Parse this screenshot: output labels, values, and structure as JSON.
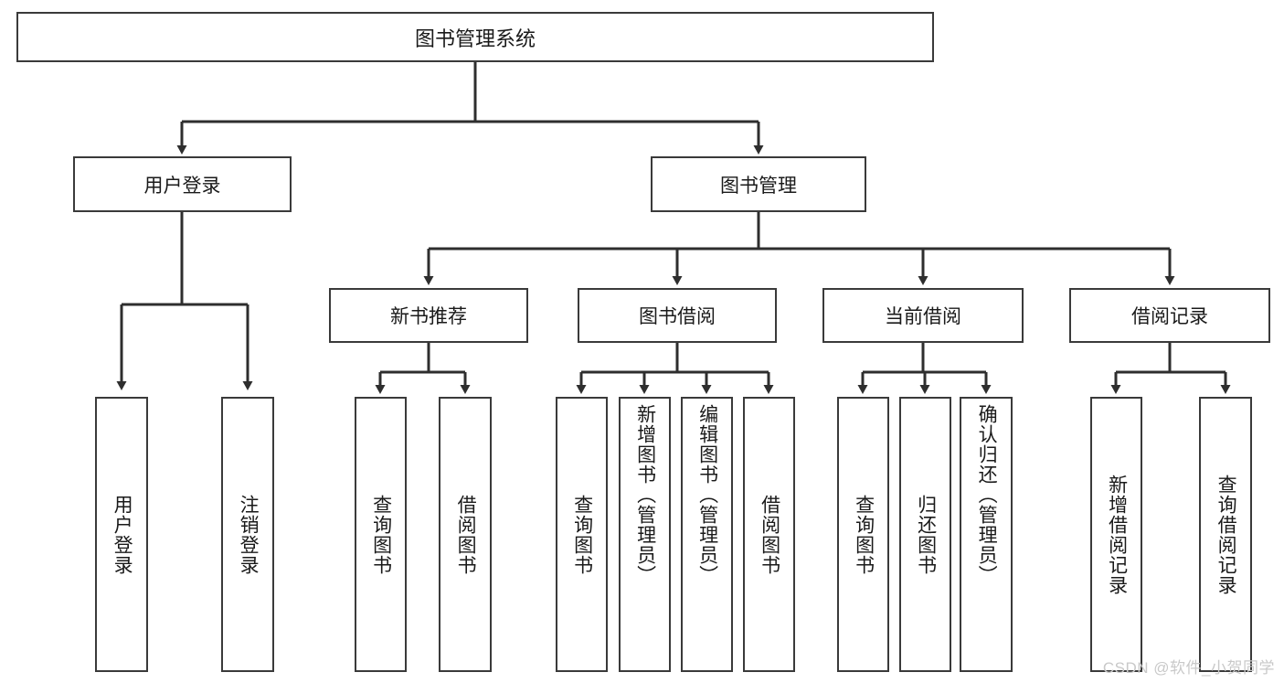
{
  "diagram": {
    "type": "tree",
    "title": "图书管理系统",
    "orientation": "top-down",
    "colors": {
      "box_border": "#3a3a3a",
      "box_fill": "#ffffff",
      "connector": "#2e2e2e",
      "text": "#1a1a1a",
      "watermark": "#c9c9c9"
    },
    "root": {
      "label": "图书管理系统"
    },
    "level2": [
      {
        "label": "用户登录"
      },
      {
        "label": "图书管理"
      }
    ],
    "level3": [
      {
        "label": "新书推荐"
      },
      {
        "label": "图书借阅"
      },
      {
        "label": "当前借阅"
      },
      {
        "label": "借阅记录"
      }
    ],
    "leaves": {
      "user_login": [
        {
          "label": "用户登录"
        },
        {
          "label": "注销登录"
        }
      ],
      "new_book": [
        {
          "label": "查询图书"
        },
        {
          "label": "借阅图书"
        }
      ],
      "book_borrow": [
        {
          "label": "查询图书"
        },
        {
          "label": "新增图书（管理员）"
        },
        {
          "label": "编辑图书（管理员）"
        },
        {
          "label": "借阅图书"
        }
      ],
      "current_borrow": [
        {
          "label": "查询图书"
        },
        {
          "label": "归还图书"
        },
        {
          "label": "确认归还（管理员）"
        }
      ],
      "borrow_record": [
        {
          "label": "新增借阅记录"
        },
        {
          "label": "查询借阅记录"
        }
      ]
    }
  },
  "watermark": {
    "text": "CSDN @软件_小贺同学"
  }
}
